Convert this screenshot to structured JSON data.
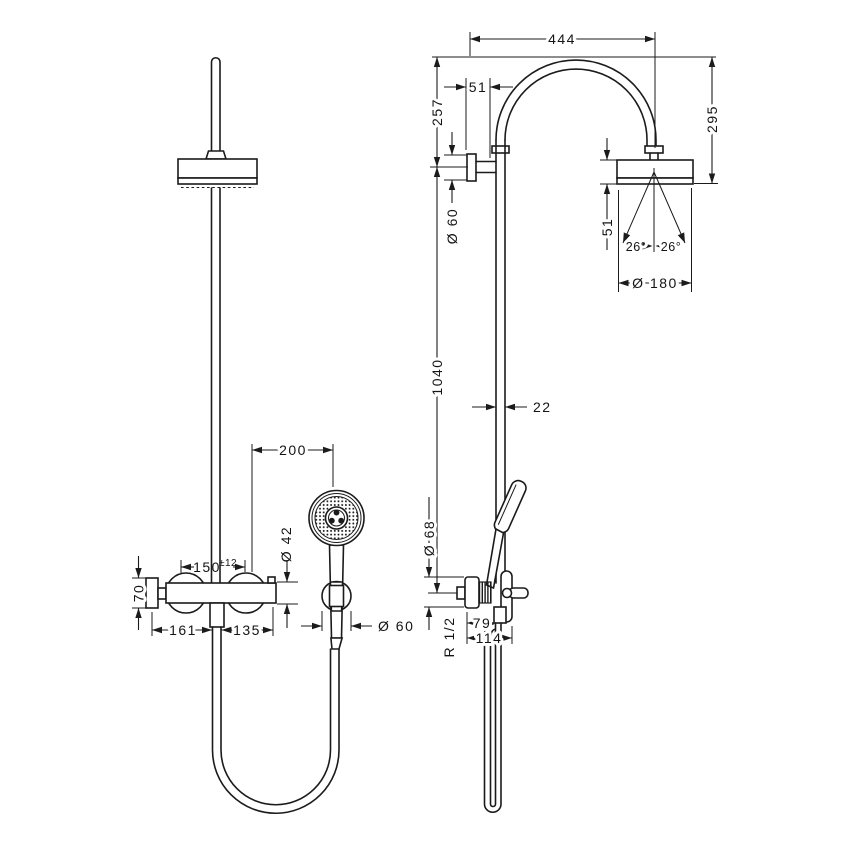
{
  "drawing": {
    "type": "shower-pipe technical dimension drawing",
    "line_color": "#1b1b1b",
    "background": "#ffffff"
  },
  "dims": {
    "arc_width": "444",
    "wall_offset": "51",
    "arm_height": "257",
    "head_drop": "295",
    "bracket_dia": "Ø 60",
    "head_height": "51",
    "spray_angle_left": "26°",
    "spray_angle_right": "26°",
    "head_dia": "Ø 180",
    "riser_height": "1040",
    "pipe_dia": "22",
    "hand_offset": "200",
    "handle_dia": "Ø 42",
    "flange_height": "70",
    "inlet_spacing": "150",
    "inlet_tolerance": "±12",
    "left_span": "161",
    "right_span": "135",
    "holder_dia": "Ø 60",
    "valve_dia": "Ø 68",
    "outlet_span": "79",
    "total_depth": "114",
    "thread": "R 1/2"
  }
}
